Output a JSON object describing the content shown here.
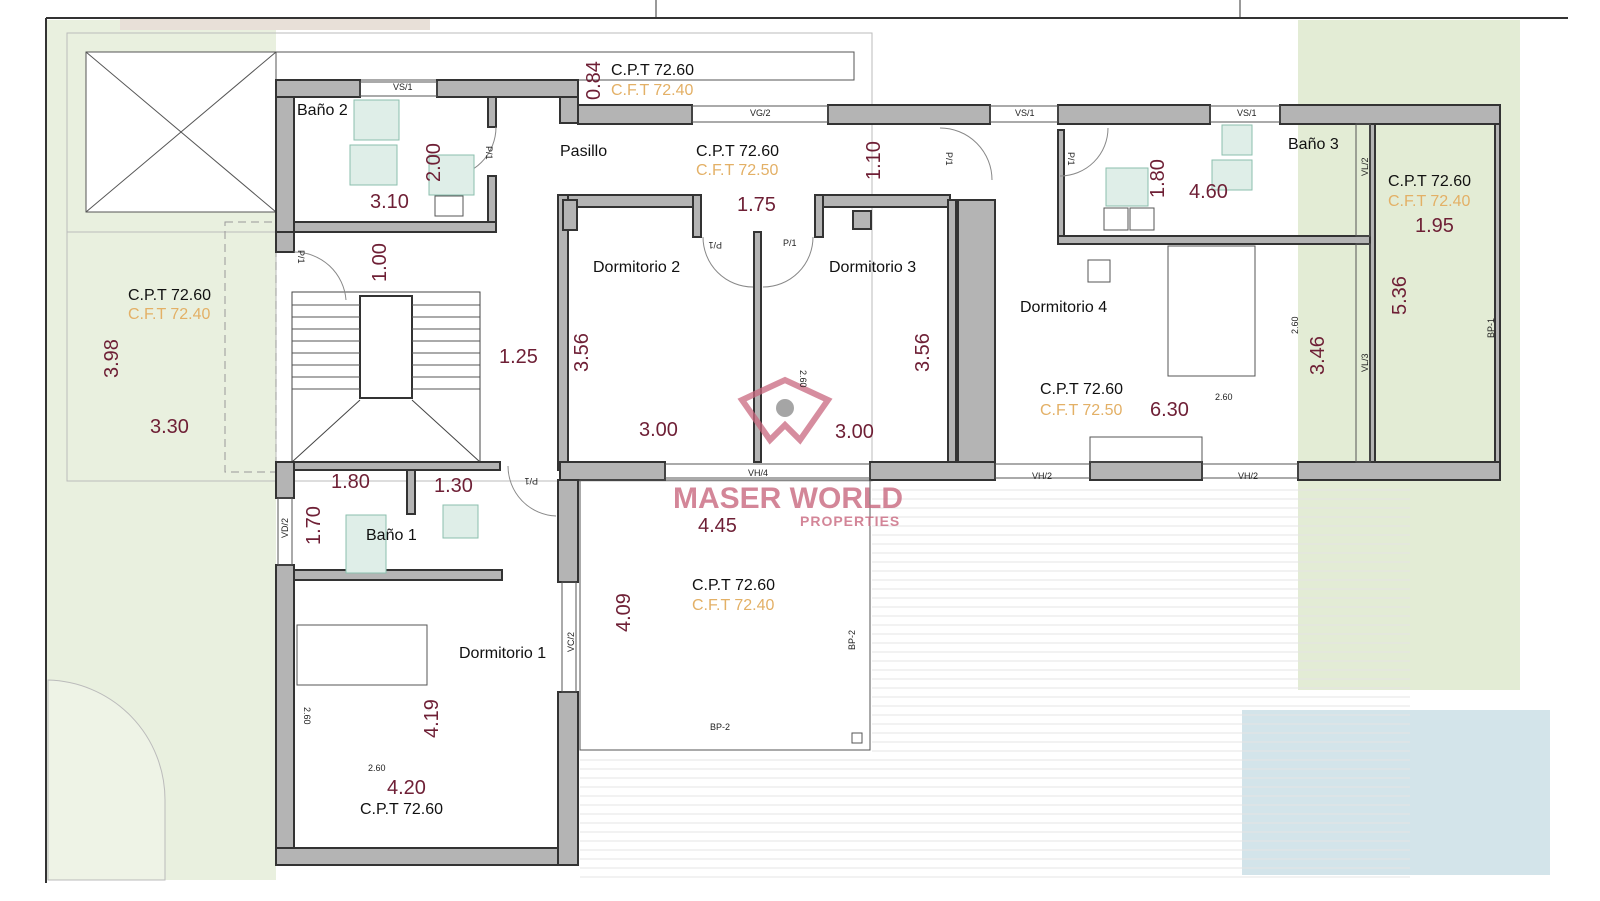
{
  "rooms": {
    "bano2": "Baño 2",
    "pasillo": "Pasillo",
    "bano3": "Baño 3",
    "dorm2": "Dormitorio 2",
    "dorm3": "Dormitorio 3",
    "dorm4": "Dormitorio 4",
    "bano1": "Baño 1",
    "dorm1": "Dormitorio 1"
  },
  "levels": {
    "top_cpt": "C.P.T 72.60",
    "top_cft": "C.F.T 72.40",
    "pasillo_cpt": "C.P.T 72.60",
    "pasillo_cft": "C.F.T 72.50",
    "left_cpt": "C.P.T 72.60",
    "left_cft": "C.F.T 72.40",
    "right_cpt": "C.P.T 72.60",
    "right_cft": "C.F.T 72.40",
    "dorm4_cpt": "C.P.T 72.60",
    "dorm4_cft": "C.F.T 72.50",
    "terrace_cpt": "C.P.T 72.60",
    "terrace_cft": "C.F.T 72.40",
    "dorm1_cpt": "C.P.T 72.60"
  },
  "dimensions": {
    "d084": "0.84",
    "d200": "2.00",
    "d310": "3.10",
    "d110": "1.10",
    "d175": "1.75",
    "d100": "1.00",
    "d180a": "1.80",
    "d460": "4.60",
    "d195": "1.95",
    "d398": "3.98",
    "d330": "3.30",
    "d125": "1.25",
    "d356a": "3.56",
    "d356b": "3.56",
    "d300a": "3.00",
    "d300b": "3.00",
    "d536": "5.36",
    "d346": "3.46",
    "d630": "6.30",
    "d180b": "1.80",
    "d130": "1.30",
    "d170": "1.70",
    "d445": "4.45",
    "d409": "4.09",
    "d419": "4.19",
    "d420": "4.20"
  },
  "labels": {
    "vs1a": "VS/1",
    "vg2": "VG/2",
    "vs1b": "VS/1",
    "vs1c": "VS/1",
    "p1a": "P/1",
    "p1b": "P/1",
    "p1c": "P/1",
    "p1d": "P/1",
    "p1e": "P/1",
    "p1f": "P/1",
    "p1g": "P/1",
    "vl2": "VL/2",
    "vl3": "VL/3",
    "bp1": "BP-1",
    "vh4": "VH/4",
    "vh2a": "VH/2",
    "vh2b": "VH/2",
    "vd2": "VD/2",
    "vc2": "VC/2",
    "bp2a": "BP-2",
    "bp2b": "BP-2",
    "s260a": "2.60",
    "s260b": "2.60",
    "s260c": "2.60",
    "s260d": "2.60",
    "s260e": "2.60"
  },
  "watermark": {
    "brand": "MASER WORLD",
    "sub": "PROPERTIES"
  },
  "colors": {
    "wall": "#b4b4b4",
    "dimension": "#6e1f35",
    "floor_level": "#e3b066",
    "garden": "#e7efdc",
    "pool": "#d3e4ea",
    "watermark": "#c9687f"
  }
}
